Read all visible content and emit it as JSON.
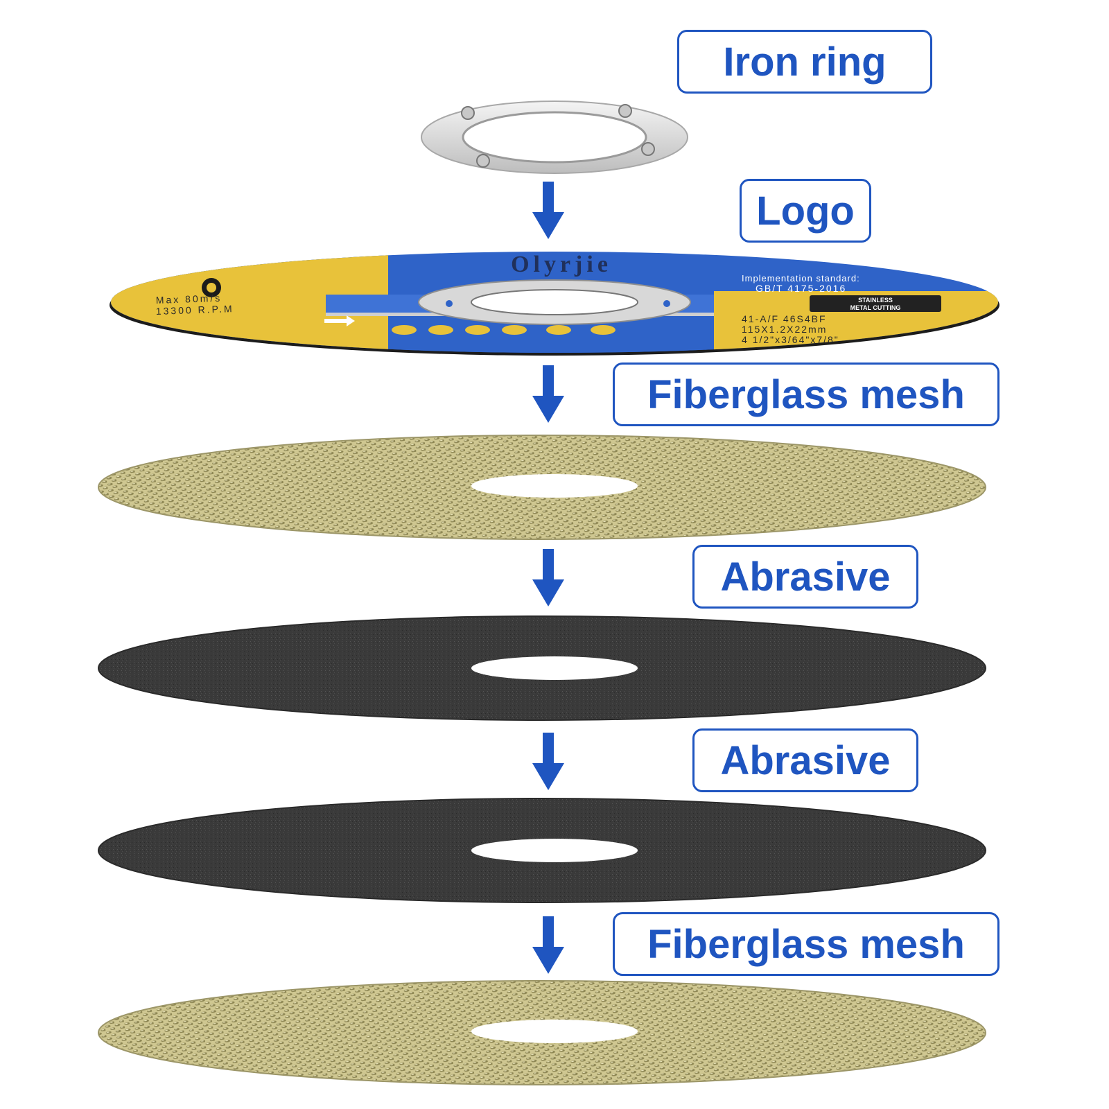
{
  "diagram": {
    "colors": {
      "accent": "#1f55c0",
      "disc_blue": "#2f63c8",
      "disc_yellow": "#e8c23a",
      "mesh_base": "#c9c08a",
      "mesh_thread": "#8a8352",
      "abrasive": "#3c3c3c",
      "ring": "#e6e6e6"
    },
    "layers": [
      {
        "id": "iron-ring",
        "label": "Iron ring"
      },
      {
        "id": "logo",
        "label": "Logo"
      },
      {
        "id": "fiberglass-mesh-top",
        "label": "Fiberglass mesh"
      },
      {
        "id": "abrasive-1",
        "label": "Abrasive"
      },
      {
        "id": "abrasive-2",
        "label": "Abrasive"
      },
      {
        "id": "fiberglass-mesh-bottom",
        "label": "Fiberglass mesh"
      }
    ],
    "logo_disc": {
      "brand": "Olyrjie",
      "speed_line_1": "Max 80m/s",
      "speed_line_2": "13300 R.P.M",
      "standard_label": "Implementation standard:",
      "standard_code": "GB/T 4175-2016",
      "badge_line_1": "STAINLESS",
      "badge_line_2": "METAL CUTTING",
      "spec_line_1": "41-A/F 46S4BF",
      "spec_line_2": "115X1.2X22mm",
      "spec_line_3": "4 1/2\"x3/64\"x7/8\""
    }
  }
}
